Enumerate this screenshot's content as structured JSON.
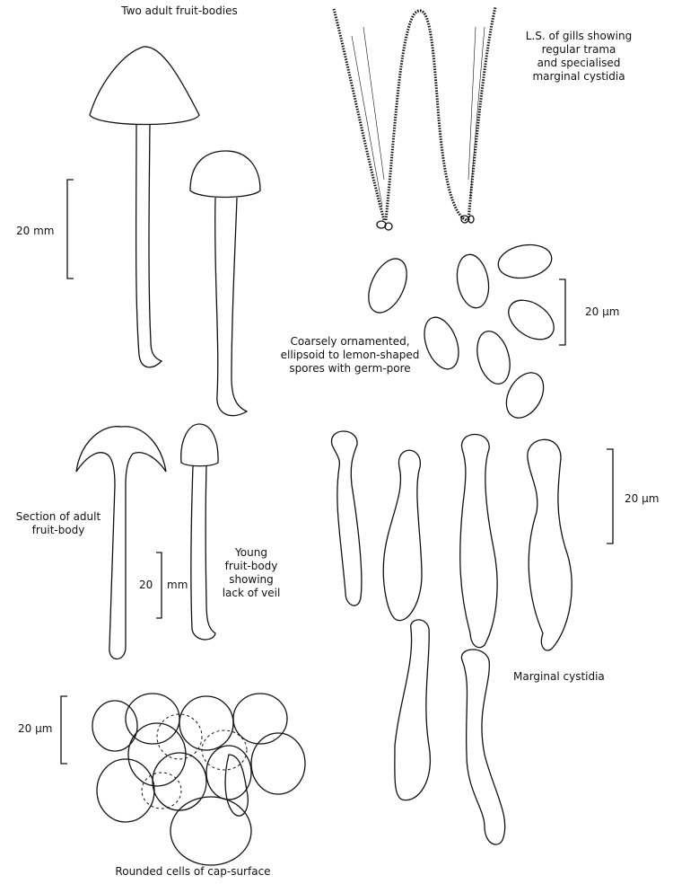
{
  "labels": {
    "adult_fruit_bodies": "Two adult fruit-bodies",
    "gills": [
      "L.S. of gills showing",
      "regular trama",
      "and specialised",
      "marginal cystidia"
    ],
    "spores": [
      "Coarsely ornamented,",
      "ellipsoid to lemon-shaped",
      "spores with germ-pore"
    ],
    "section": [
      "Section of adult",
      "fruit-body"
    ],
    "young": [
      "Young",
      "fruit-body",
      "showing",
      "lack of veil"
    ],
    "marginal_cystidia": "Marginal cystidia",
    "cap_cells": "Rounded cells of cap-surface"
  },
  "scales": {
    "fruit_body": "20 mm",
    "spores": "20 µm",
    "cystidia": "20 µm",
    "young_value": "20",
    "young_unit": "mm",
    "cells": "20 µm"
  }
}
